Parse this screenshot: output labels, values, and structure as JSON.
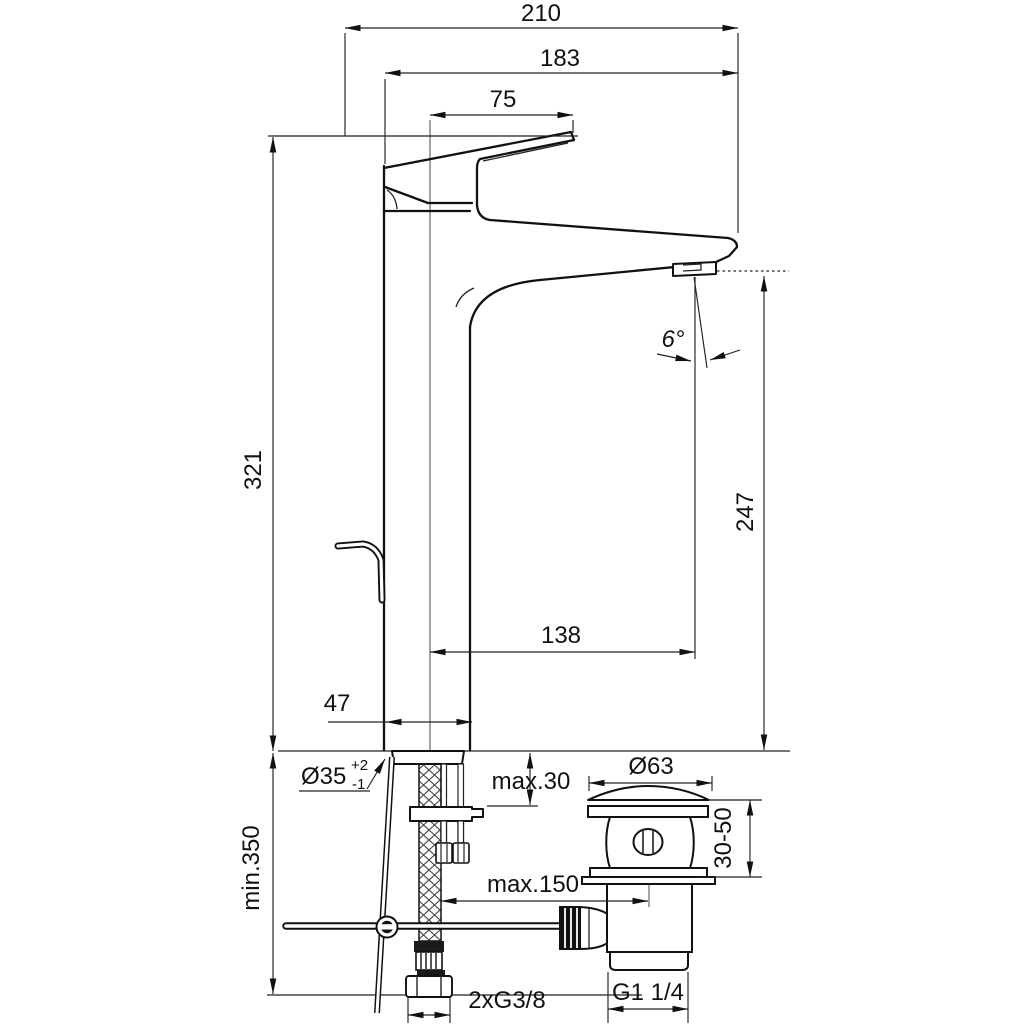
{
  "dims": {
    "overall_depth": "210",
    "spout_projection_total": "183",
    "handle_length": "75",
    "total_height": "321",
    "spout_height": "247",
    "spout_reach": "138",
    "body_depth": "47",
    "spray_angle": "6°",
    "mounting_hole": "Ø35",
    "mounting_hole_tol_plus": "+2",
    "mounting_hole_tol_minus": "-1",
    "max_deck_thickness": "max.30",
    "min_clearance_below": "min.350",
    "max_rod_length": "max.150",
    "waste_flange_dia": "Ø63",
    "waste_deck_thickness": "30-50",
    "supply_connection": "2xG3/8",
    "waste_connection": "G1 1/4"
  }
}
